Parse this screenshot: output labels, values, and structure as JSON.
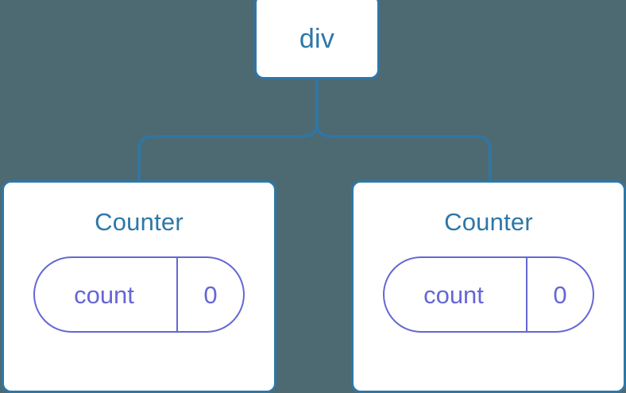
{
  "diagram": {
    "type": "component-tree",
    "background_color": "#4d6a73",
    "node_border_color": "#2e77a6",
    "node_fill_color": "#ffffff",
    "node_label_color": "#2d77a8",
    "state_color": "#6567d5",
    "connector_color": "#2e77a6",
    "root": {
      "label": "div"
    },
    "children": [
      {
        "label": "Counter",
        "state": {
          "key": "count",
          "value": "0"
        }
      },
      {
        "label": "Counter",
        "state": {
          "key": "count",
          "value": "0"
        }
      }
    ]
  }
}
